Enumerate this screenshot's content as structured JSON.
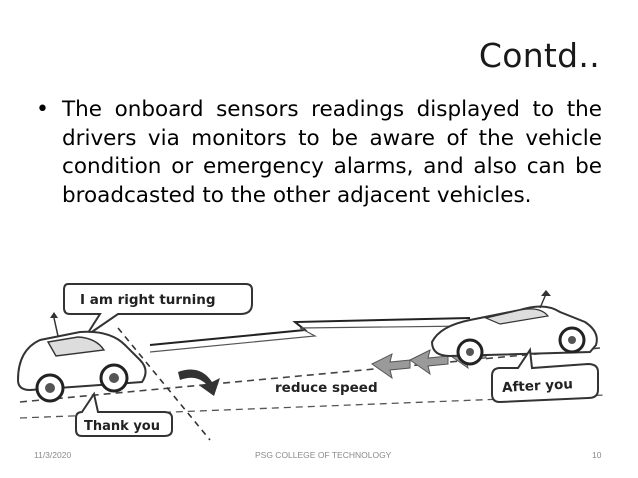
{
  "slide": {
    "title": "Contd..",
    "bullet": "The onboard sensors readings displayed to the drivers via monitors to be aware of the vehicle condition or emergency alarms, and also can be broadcasted to the other adjacent vehicles."
  },
  "illustration": {
    "bubble_left_top": "I am right turning",
    "bubble_left_bottom": "Thank you",
    "road_label": "reduce speed",
    "bubble_right": "After you"
  },
  "footer": {
    "date": "11/3/2020",
    "center": "PSG COLLEGE OF TECHNOLOGY",
    "page": "10"
  }
}
